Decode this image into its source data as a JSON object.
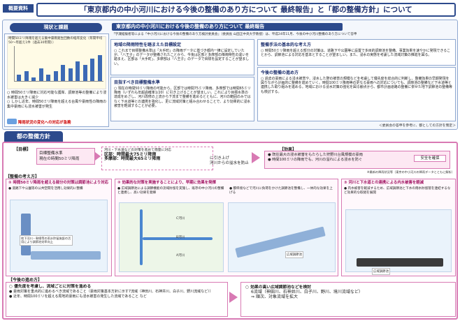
{
  "header": {
    "tag": "概要資料",
    "title": "「東京都内の中小河川における今後の整備のあり方について 最終報告」と「都の整備方針」について"
  },
  "current": {
    "heading": "現状と課題",
    "chart_caption": "時間50ミリ降雨を超える集中豪雨発生回数の経年変化（年間平均50〜年超え1件（過去30年間））",
    "bullets": [
      "時間50ミリ降雨に対応可能な護岸、調節池等の整備により浸水被害は大きく減少",
      "しかし近年、時間50ミリ降雨を超える台風や豪雨性の降雨の集中豪雨にも浸水被害が発生"
    ],
    "change": "降雨状況の変化への対応が急務"
  },
  "final_report": {
    "heading": "東京都内の中小河川における今後の整備のあり方について 最終報告",
    "subtitle": "「学識経験者等による「中小河川における今後の整備のあり方検討委員会」（委員長 山田正中央大学教授）は、平成24年11月、今後の中小河川整備のあり方について答申",
    "b1_title": "地域の降雨特性を踏まえた目標設定",
    "b1_text": "これまで目標整備水準は「大手町」の降雨データに基づき都内一律に設定していたが、「八王子」のデータが整備されたことから、今後は区部と多摩部の降雨特性の違いを踏まえ、区部は「大手町」、多摩部は「八王子」のデータで目標を設定することが望ましい。",
    "b2_title": "目指すべき目標整備水準",
    "b2_text": "現在の時間50ミリ降雨の可能から、区部では時間75ミリ降雨、多摩部では時間65ミリ降雨（いずれも年超過確率1/20）に引き上げることが望ましい。これにより目標水準の達成をめざし、河川改修の上流から下流まで整備を進めるとともに、河川の範囲のみではなく下水道等との連携を強化し、更に流域対策と組み合わせることで、より効果的に浸水被害を軽減することが必要。",
    "b3_title": "整備手法の基本的な考え方",
    "b3_text": "時間50ミリ降雨を超える部分の対策は、道路下や公園等に設置で多目的調節池を整備、事業効果を速やかに発現できることから、調節池による対応を基本とすることが望ましい。また、浸水の実態を考慮した流域対策の推進を図る。",
    "b4_title": "今後の整備の進め方",
    "b4_text": "過去の豪雨による浸水被害や、浸水した際の被害の規模などを考慮して優先度を総合的に判断し、整備効果の早期発現を図りながら計画的に整備を進めていく。時間100ミリ降雨等の更なる豪雨への対応についても、調節池の整備など下水道等と連携した取り組みを進める。地域における浸水対策の強化を図る観点から、都市計画道路の整備に併せた地下調節池の整備等も検討する。"
  },
  "foot_note": "＜委員会の答申を参考に、都としての方針を策定＞",
  "policy": {
    "heading": "都の整備方針",
    "goal_label": "目標",
    "goal_text_1": "目標整備水準",
    "goal_text_2": "現在の時間50ミリ降雨",
    "goal_mid_1": "河川・下水道などの対策を進めて雨量に対応",
    "goal_mid_2": "区部：時間最大75ミリ降雨",
    "goal_mid_3": "多摩部：時間最大65ミリ降雨",
    "goal_mid_4": "に引き上げ",
    "goal_mid_5": "河川からの溢水を防止",
    "effect_label": "効果",
    "effect_1": "既往最大の浸水被害をもたらした狩野川台風規模の豪雨",
    "effect_2": "時間100ミリの降雨でも、河川の溢れによる浸水を防ぐ",
    "effect_badge": "安全を確保",
    "effect_note": "※最新の降雨状況等（東京の中小河川の降雨データとともに解析）",
    "think_label": "整備の考え方",
    "col1_title": "時間50ミリ降雨を超える部分の対策は調節池により対応",
    "col1_text": "道路下や公園等の公共空間を活用し効果的に整備",
    "col1_label": "地下河川・幹線等の雨水貯留施設の活用により調節池効率向上",
    "col2_title": "効果的な対策を実施することにより、早期に効果を発揮",
    "col2_sub_1": "広域調節池による調節機能の流域貯留を実施し、既存の中小河川の整備と連携し、高い効果を発揮",
    "col2_sub_2": "都県境などで河川に負荷をかけた調節池を整備し、一体的な効果を上げる",
    "col2_label_a": "A河川",
    "col2_label_b": "B河川",
    "col2_label_c": "C河川",
    "col2_sub_label": "広域調節池",
    "col3_title": "河川と下水道との連携による内水被害を軽減",
    "col3_text": "内水被害を軽減するため、広域調節池と下水の雨水貯留管を連結するなど効果的な取組を展開",
    "col3_label": "広域調節池"
  },
  "future": {
    "label": "今後の進め方",
    "left_title": "優先度を考慮し、流域ごとに対策を進める",
    "left_items": [
      "豪雨対策を重点的に進めるべき流域であること（豪雨対策基本方針に示す7流域（神田川、石神井川、白子川、野川流域など））",
      "近年、時間100ミリを超える局地的豪雨にも浸水被害の発生した流域であること など"
    ],
    "right_title": "効果の高い広域調節池などを検討",
    "right_basins": "6流域（神田川、石神井川、白子川、野川、境川流域など）",
    "right_expand": "順次、対象流域を拡大"
  },
  "chart_data": {
    "type": "bar",
    "values": [
      2,
      3,
      1,
      4,
      2,
      3,
      5,
      4,
      6,
      5,
      7,
      8
    ],
    "ylim": [
      0,
      10
    ]
  }
}
